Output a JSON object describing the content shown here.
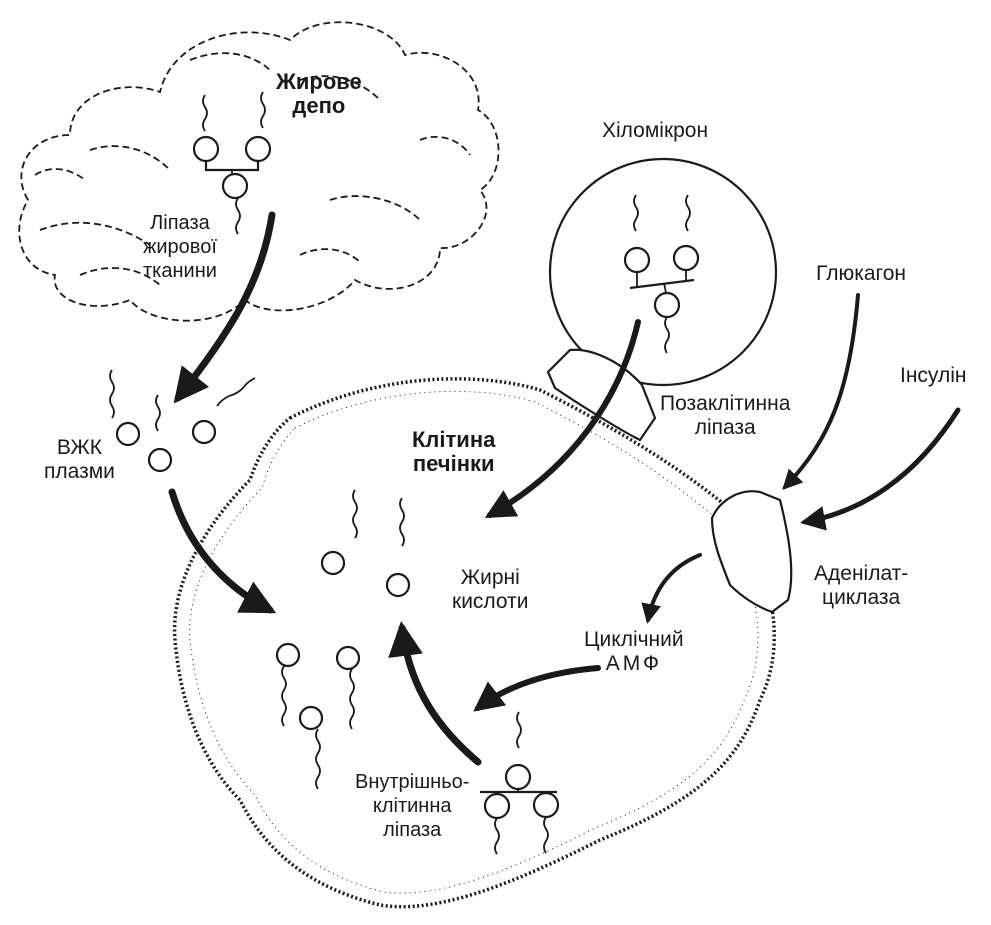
{
  "labels": {
    "fat_depot": [
      "Жирове",
      "депо"
    ],
    "adipose_lipase": [
      "Ліпаза",
      "жирової",
      "тканини"
    ],
    "plasma_ffa": [
      "ВЖК",
      "плазми"
    ],
    "chylomicron": "Хіломікрон",
    "glucagon": "Глюкагон",
    "insulin": "Інсулін",
    "extracellular_lipase": [
      "Позаклітинна",
      "ліпаза"
    ],
    "liver_cell": [
      "Клітина",
      "печінки"
    ],
    "fatty_acids": [
      "Жирні",
      "кислоти"
    ],
    "adenylate_cyclase": [
      "Аденілат-",
      "циклаза"
    ],
    "cyclic_amp": [
      "Циклічний",
      "АМФ"
    ],
    "intracellular_lipase": [
      "Внутрішньо-",
      "клітинна",
      "ліпаза"
    ]
  },
  "colors": {
    "ink": "#1a1a1a",
    "background": "#ffffff"
  }
}
